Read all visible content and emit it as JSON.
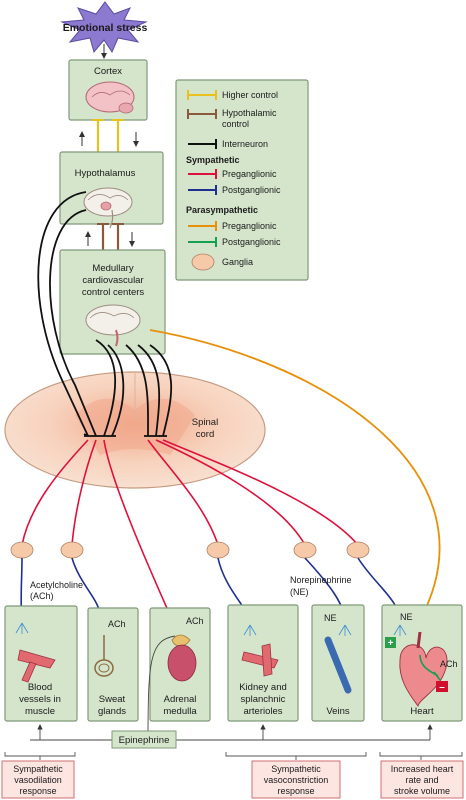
{
  "stressor": "Emotional stress",
  "centers": {
    "cortex": "Cortex",
    "hypothalamus": "Hypothalamus",
    "medulla_line1": "Medullary",
    "medulla_line2": "cardiovascular",
    "medulla_line3": "control centers"
  },
  "spinal_cord": {
    "line1": "Spinal",
    "line2": "cord"
  },
  "legend": {
    "higher_control": "Higher control",
    "hypothalamic_line1": "Hypothalamic",
    "hypothalamic_line2": "control",
    "interneuron": "Interneuron",
    "sympathetic_title": "Sympathetic",
    "sym_pre": "Preganglionic",
    "sym_post": "Postganglionic",
    "parasympathetic_title": "Parasympathetic",
    "para_pre": "Preganglionic",
    "para_post": "Postganglionic",
    "ganglia": "Ganglia"
  },
  "colors": {
    "higher_control": "#e8c020",
    "hypothalamic": "#8b5a3c",
    "interneuron": "#111111",
    "sym_pre": "#e0103c",
    "sym_post": "#1f2f8f",
    "para_pre": "#e8900a",
    "para_post": "#14a050",
    "box_fill": "#d5e5cc",
    "box_stroke": "#7f9a78",
    "ganglion": "#f6c9a8"
  },
  "neurotransmitters": {
    "ach_long_line1": "Acetylcholine",
    "ach_long_line2": "(ACh)",
    "ne_long_line1": "Norepinephrine",
    "ne_long_line2": "(NE)",
    "ach": "ACh",
    "ne": "NE",
    "ach_heart": "ACh",
    "ne_heart": "NE"
  },
  "effectors": {
    "blood_vessels": [
      "Blood",
      "vessels in",
      "muscle"
    ],
    "sweat": [
      "Sweat",
      "glands"
    ],
    "adrenal": [
      "Adrenal",
      "medulla"
    ],
    "kidney": [
      "Kidney and",
      "splanchnic",
      "arterioles"
    ],
    "veins": [
      "Veins"
    ],
    "heart": [
      "Heart"
    ]
  },
  "hormone": "Epinephrine",
  "signs": {
    "plus": "+",
    "minus": "–"
  },
  "responses": {
    "vasodilation": [
      "Sympathetic",
      "vasodilation",
      "response"
    ],
    "vasoconstriction": [
      "Sympathetic",
      "vasoconstriction",
      "response"
    ],
    "heart": [
      "Increased heart",
      "rate and",
      "stroke volume"
    ]
  }
}
